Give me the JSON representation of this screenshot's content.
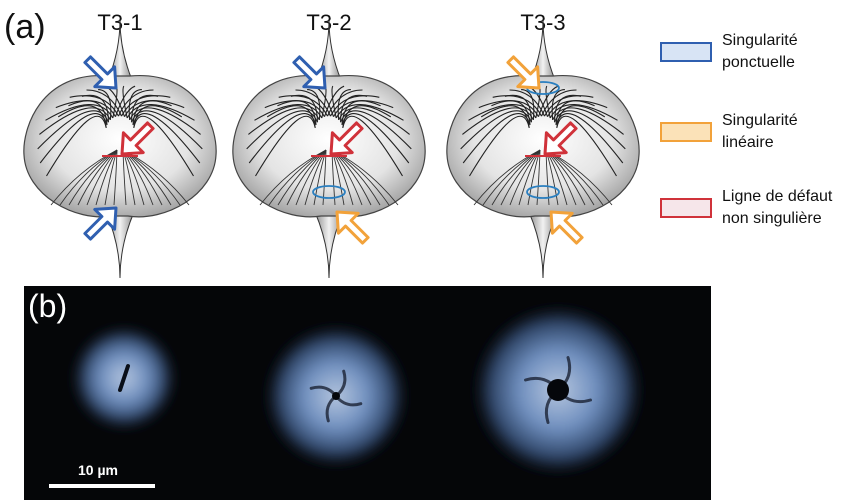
{
  "panel_a": {
    "label": "(a)",
    "columns": [
      {
        "title": "T3-1",
        "top_arrow": "blue",
        "bottom_arrow": "blue"
      },
      {
        "title": "T3-2",
        "top_arrow": "blue",
        "bottom_arrow": "orange"
      },
      {
        "title": "T3-3",
        "top_arrow": "orange",
        "bottom_arrow": "orange"
      }
    ]
  },
  "legend": {
    "items": [
      {
        "line1": "Singularité",
        "line2": "ponctuelle",
        "border": "#2f5fb0",
        "fill": "#d8e4f5"
      },
      {
        "line1": "Singularité",
        "line2": "linéaire",
        "border": "#f2a23a",
        "fill": "#fbe2b8"
      },
      {
        "line1": "Ligne de défaut",
        "line2": "non singulière",
        "border": "#d0323a",
        "fill": "#f6e6ea"
      }
    ]
  },
  "panel_b": {
    "label": "(b)",
    "scale_bar": "10 µm"
  },
  "colors": {
    "blue_arrow": "#2f5fb0",
    "orange_arrow": "#f2a23a",
    "red_arrow": "#d0323a",
    "micrograph_blue": "#6f8fbf"
  }
}
